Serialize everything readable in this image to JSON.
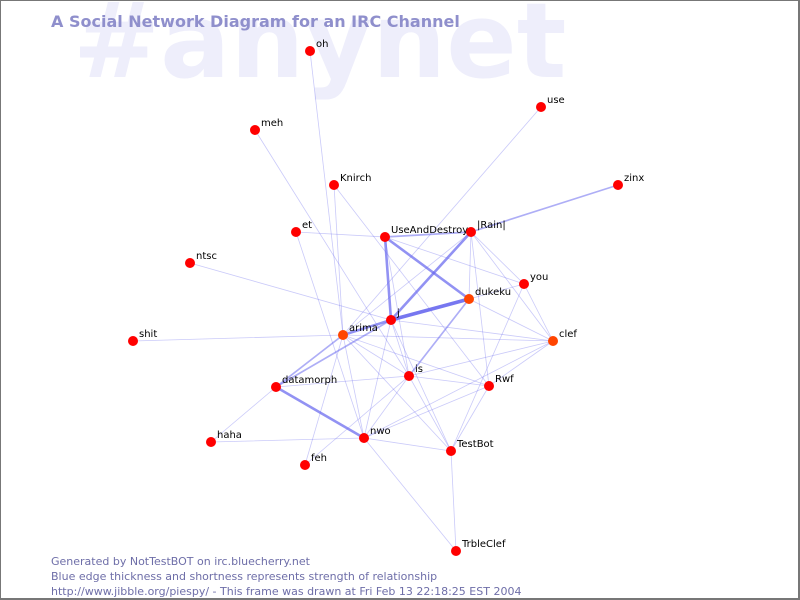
{
  "watermark": "#anynet",
  "title": "A Social Network Diagram for an IRC Channel",
  "colors": {
    "background": "#ffffff",
    "title": "#8f8fcc",
    "watermark": "#eeeefb",
    "edge": "#6666ee",
    "node_default": "#ff0000",
    "node_active": "#ff4400",
    "footer_text": "#6e6ea8"
  },
  "nodes": [
    {
      "id": "oh",
      "label": "oh",
      "active": false
    },
    {
      "id": "meh",
      "label": "meh",
      "active": false
    },
    {
      "id": "use",
      "label": "use",
      "active": false
    },
    {
      "id": "zinx",
      "label": "zinx",
      "active": false
    },
    {
      "id": "Knirch",
      "label": "Knirch",
      "active": false
    },
    {
      "id": "et",
      "label": "et",
      "active": false
    },
    {
      "id": "UseAndDestroy",
      "label": "UseAndDestroy",
      "active": false
    },
    {
      "id": "Rain",
      "label": "|Rain|",
      "active": false
    },
    {
      "id": "ntsc",
      "label": "ntsc",
      "active": false
    },
    {
      "id": "you",
      "label": "you",
      "active": false
    },
    {
      "id": "dukeku",
      "label": "dukeku",
      "active": true
    },
    {
      "id": "j",
      "label": "j",
      "active": false
    },
    {
      "id": "arima",
      "label": "arima",
      "active": true
    },
    {
      "id": "shit",
      "label": "shit",
      "active": false
    },
    {
      "id": "clef",
      "label": "clef",
      "active": true
    },
    {
      "id": "datamorph",
      "label": "datamorph",
      "active": false
    },
    {
      "id": "is",
      "label": "is",
      "active": false
    },
    {
      "id": "Rwf",
      "label": "Rwf",
      "active": false
    },
    {
      "id": "haha",
      "label": "haha",
      "active": false
    },
    {
      "id": "nwo",
      "label": "nwo",
      "active": false
    },
    {
      "id": "feh",
      "label": "feh",
      "active": false
    },
    {
      "id": "TestBot",
      "label": "TestBot",
      "active": false
    },
    {
      "id": "TrbleClef",
      "label": "TrbleClef",
      "active": false
    }
  ],
  "edges": [
    {
      "source": "oh",
      "target": "arima",
      "strength": 1
    },
    {
      "source": "meh",
      "target": "is",
      "strength": 1
    },
    {
      "source": "use",
      "target": "arima",
      "strength": 1
    },
    {
      "source": "zinx",
      "target": "Rain",
      "strength": 2
    },
    {
      "source": "Knirch",
      "target": "Rwf",
      "strength": 1
    },
    {
      "source": "Knirch",
      "target": "arima",
      "strength": 1
    },
    {
      "source": "et",
      "target": "UseAndDestroy",
      "strength": 1
    },
    {
      "source": "et",
      "target": "nwo",
      "strength": 1
    },
    {
      "source": "ntsc",
      "target": "j",
      "strength": 1
    },
    {
      "source": "UseAndDestroy",
      "target": "Rain",
      "strength": 2
    },
    {
      "source": "UseAndDestroy",
      "target": "j",
      "strength": 3
    },
    {
      "source": "UseAndDestroy",
      "target": "dukeku",
      "strength": 3
    },
    {
      "source": "UseAndDestroy",
      "target": "you",
      "strength": 1
    },
    {
      "source": "UseAndDestroy",
      "target": "is",
      "strength": 1
    },
    {
      "source": "Rain",
      "target": "j",
      "strength": 3
    },
    {
      "source": "Rain",
      "target": "dukeku",
      "strength": 1
    },
    {
      "source": "Rain",
      "target": "you",
      "strength": 1
    },
    {
      "source": "Rain",
      "target": "clef",
      "strength": 1
    },
    {
      "source": "Rain",
      "target": "arima",
      "strength": 1
    },
    {
      "source": "Rain",
      "target": "Rwf",
      "strength": 1
    },
    {
      "source": "j",
      "target": "dukeku",
      "strength": 4
    },
    {
      "source": "j",
      "target": "arima",
      "strength": 3
    },
    {
      "source": "j",
      "target": "clef",
      "strength": 1
    },
    {
      "source": "j",
      "target": "nwo",
      "strength": 1
    },
    {
      "source": "j",
      "target": "is",
      "strength": 1
    },
    {
      "source": "j",
      "target": "TestBot",
      "strength": 1
    },
    {
      "source": "j",
      "target": "datamorph",
      "strength": 2
    },
    {
      "source": "dukeku",
      "target": "you",
      "strength": 1
    },
    {
      "source": "dukeku",
      "target": "clef",
      "strength": 1
    },
    {
      "source": "dukeku",
      "target": "is",
      "strength": 2
    },
    {
      "source": "you",
      "target": "clef",
      "strength": 1
    },
    {
      "source": "you",
      "target": "TestBot",
      "strength": 1
    },
    {
      "source": "arima",
      "target": "shit",
      "strength": 1
    },
    {
      "source": "arima",
      "target": "clef",
      "strength": 1
    },
    {
      "source": "arima",
      "target": "datamorph",
      "strength": 2
    },
    {
      "source": "arima",
      "target": "is",
      "strength": 1
    },
    {
      "source": "arima",
      "target": "Rwf",
      "strength": 1
    },
    {
      "source": "arima",
      "target": "nwo",
      "strength": 1
    },
    {
      "source": "arima",
      "target": "TestBot",
      "strength": 1
    },
    {
      "source": "arima",
      "target": "feh",
      "strength": 1
    },
    {
      "source": "clef",
      "target": "is",
      "strength": 1
    },
    {
      "source": "clef",
      "target": "Rwf",
      "strength": 1
    },
    {
      "source": "clef",
      "target": "nwo",
      "strength": 1
    },
    {
      "source": "datamorph",
      "target": "is",
      "strength": 1
    },
    {
      "source": "datamorph",
      "target": "nwo",
      "strength": 3
    },
    {
      "source": "datamorph",
      "target": "haha",
      "strength": 1
    },
    {
      "source": "is",
      "target": "Rwf",
      "strength": 1
    },
    {
      "source": "is",
      "target": "nwo",
      "strength": 1
    },
    {
      "source": "is",
      "target": "TestBot",
      "strength": 1
    },
    {
      "source": "is",
      "target": "feh",
      "strength": 1
    },
    {
      "source": "Rwf",
      "target": "nwo",
      "strength": 1
    },
    {
      "source": "Rwf",
      "target": "TestBot",
      "strength": 1
    },
    {
      "source": "haha",
      "target": "nwo",
      "strength": 1
    },
    {
      "source": "nwo",
      "target": "TestBot",
      "strength": 1
    },
    {
      "source": "nwo",
      "target": "TrbleClef",
      "strength": 1
    },
    {
      "source": "TestBot",
      "target": "TrbleClef",
      "strength": 1
    }
  ],
  "footer": {
    "line1": "Generated by NotTestBOT on irc.bluecherry.net",
    "line2": "Blue edge thickness and shortness represents strength of relationship",
    "line3": "http://www.jibble.org/piespy/ - This frame was drawn at Fri Feb 13 22:18:25 EST 2004"
  }
}
